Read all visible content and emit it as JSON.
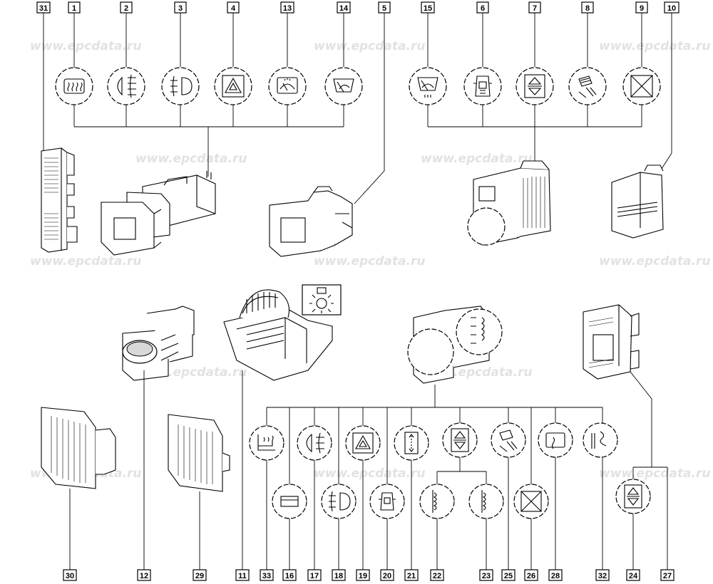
{
  "watermark": "www.epcdata.ru",
  "top_callouts": [
    "31",
    "1",
    "2",
    "3",
    "4",
    "13",
    "14",
    "5",
    "15",
    "6",
    "7",
    "8",
    "9",
    "10"
  ],
  "bottom_callouts": [
    "30",
    "12",
    "29",
    "11",
    "33",
    "16",
    "17",
    "18",
    "19",
    "20",
    "21",
    "22",
    "23",
    "25",
    "26",
    "28",
    "32",
    "24",
    "27"
  ],
  "icons": {
    "rear_defrost": "rear-defrost-icon",
    "fog_front": "front-fog-lamp-icon",
    "fog_rear": "rear-fog-lamp-icon",
    "hazard": "hazard-warning-icon",
    "rear_wiper": "rear-wiper-icon",
    "front_wiper": "front-wiper-icon",
    "windshield_washer": "windshield-washer-icon",
    "door_lock": "central-lock-icon",
    "window_updown": "window-up-down-icon",
    "mirror_adjust": "mirror-adjust-icon",
    "blank": "blank-cross-icon",
    "interior_light": "interior-light-icon",
    "seat_heater": "seat-heater-icon",
    "heated_windscreen": "heated-windscreen-icon",
    "side_window": "side-window-icon"
  }
}
